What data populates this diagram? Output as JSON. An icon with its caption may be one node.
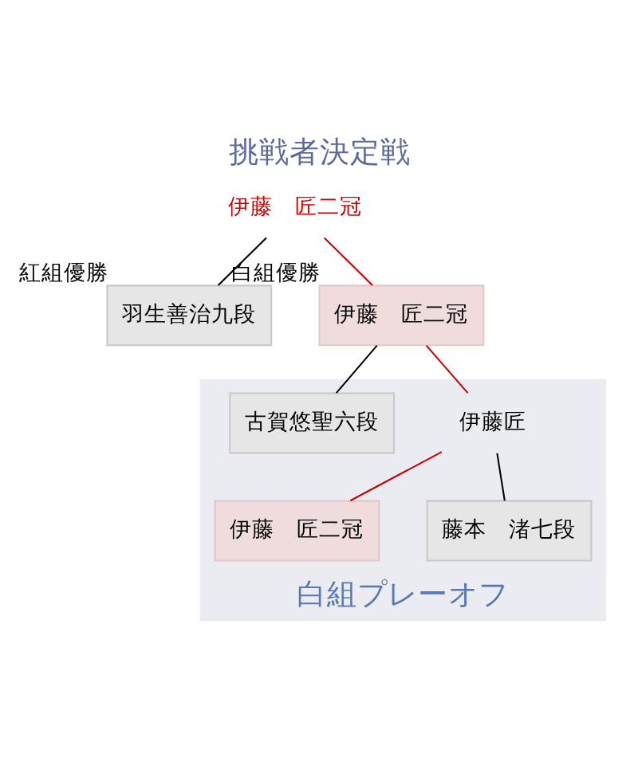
{
  "diagram": {
    "title": "挑戦者決定戦",
    "nodes": [
      {
        "text": [
          "伊藤　匠二冠"
        ]
      },
      {
        "text": [
          "羽生善治九段"
        ],
        "beside": [
          "紅組優勝"
        ]
      },
      {
        "text": [
          "伊藤　匠二冠"
        ],
        "beside": [
          "白組優勝"
        ]
      },
      {
        "text": [
          "白組プレーオフ"
        ]
      },
      {
        "text": [
          "伊藤匠"
        ],
        "in": 3
      },
      {
        "text": [
          "伊藤　匠二冠"
        ],
        "in": 3
      },
      {
        "text": [
          "藤本　渚七段"
        ],
        "in": 3
      },
      {
        "text": [
          "古賀悠聖六段"
        ],
        "in": 3
      }
    ],
    "edges": [
      {
        "from": 0,
        "to": 1,
        "arrow": "none"
      },
      {
        "from": 0,
        "to": 2,
        "arrow": "none",
        "color": "#cc0000"
      },
      {
        "from": 2,
        "to": 4,
        "arrow": "none",
        "color": "#cc0000"
      },
      {
        "from": 2,
        "to": 7,
        "arrow": "none"
      },
      {
        "from": 4,
        "to": 5,
        "arrow": "none",
        "color": "#cc0000"
      },
      {
        "from": 4,
        "to": 6,
        "arrow": "none"
      }
    ]
  }
}
